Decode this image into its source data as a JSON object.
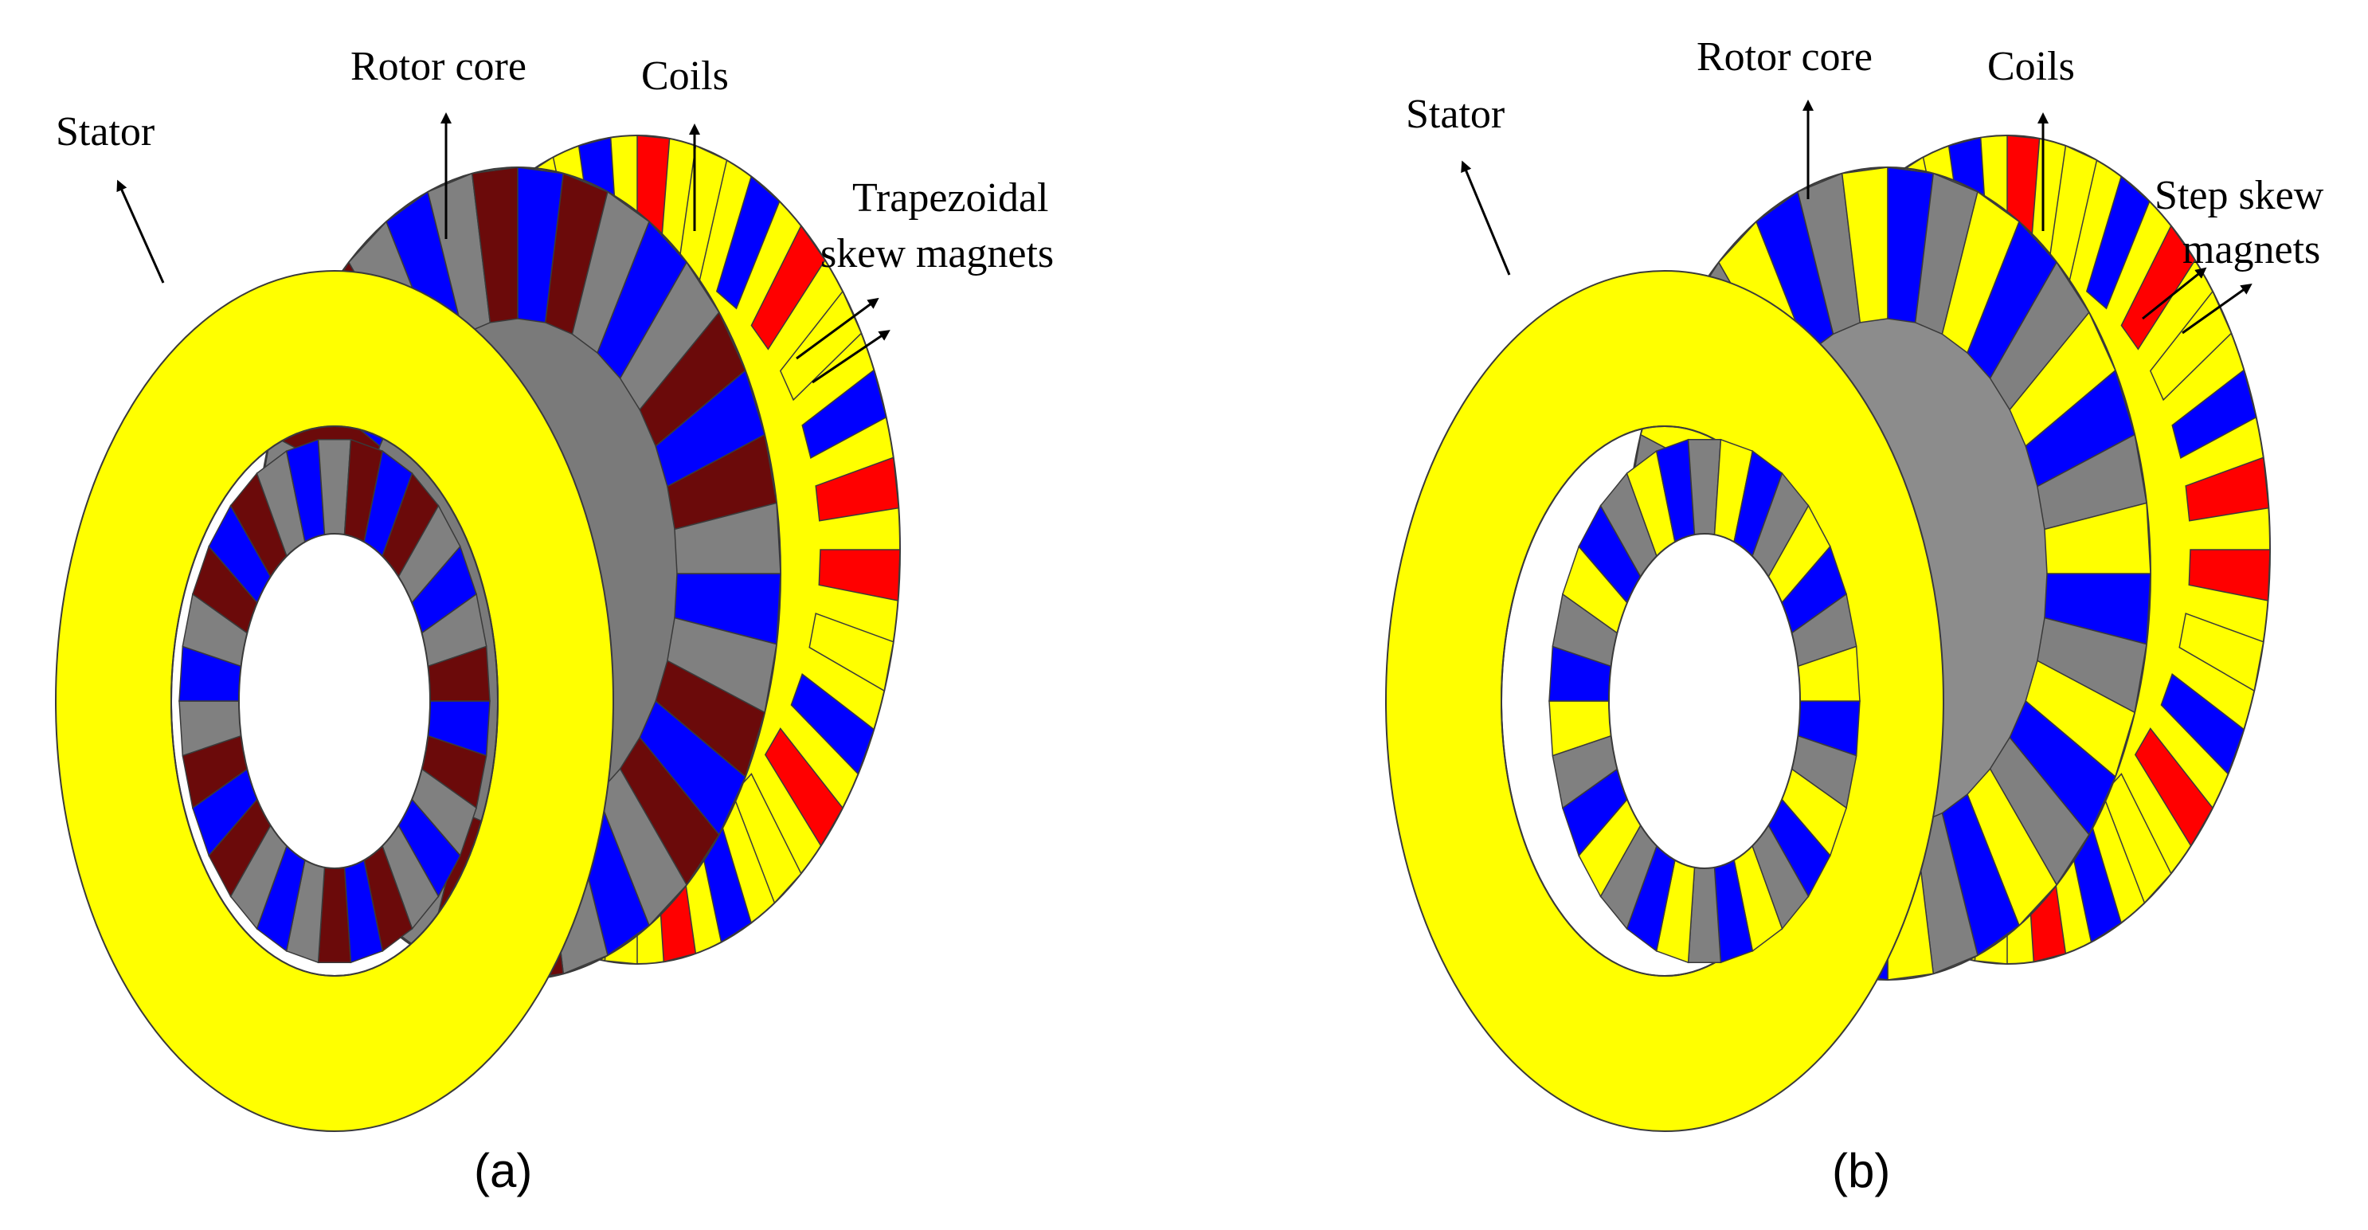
{
  "panels": [
    {
      "id": "a",
      "caption": "(a)",
      "labels": {
        "stator": "Stator",
        "rotor_core": "Rotor core",
        "coils": "Coils",
        "magnets_line1": "Trapezoidal",
        "magnets_line2": "skew magnets"
      },
      "magnet_style": "trapezoidal"
    },
    {
      "id": "b",
      "caption": "(b)",
      "labels": {
        "stator": "Stator",
        "rotor_core": "Rotor core",
        "coils": "Coils",
        "magnets_line1": "Step skew",
        "magnets_line2": "magnets"
      },
      "magnet_style": "step"
    }
  ],
  "colors": {
    "stator": "#ffff00",
    "coil": "#ff0000",
    "magnet": "#0000ff",
    "rotor_core_a": "#6b0a0a",
    "rotor_core_b": "#8c8c8c",
    "core_gray": "#808080",
    "edge": "#3a3a3a",
    "background": "#ffffff"
  }
}
